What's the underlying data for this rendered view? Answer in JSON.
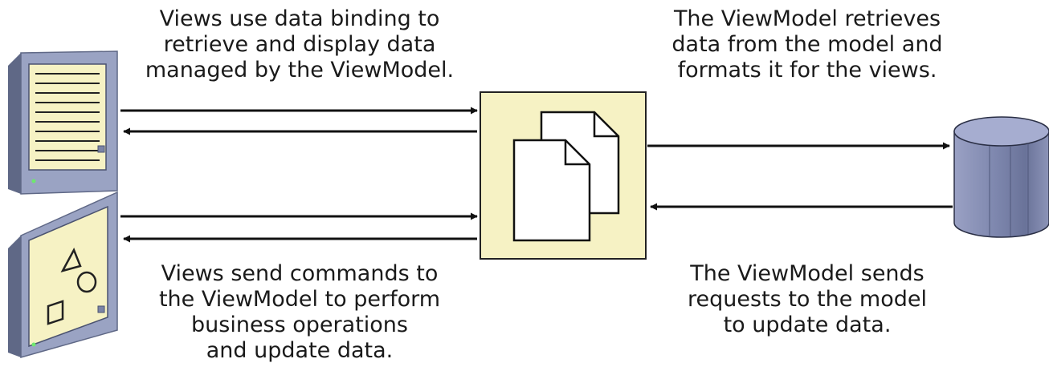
{
  "captions": {
    "views_binding": [
      "Views use data binding to",
      "retrieve and display data",
      "managed by the ViewModel."
    ],
    "viewmodel_retrieves": [
      "The ViewModel retrieves",
      "data from the model and",
      "formats it for the views."
    ],
    "views_commands": [
      "Views send commands to",
      "the ViewModel to perform",
      "business operations",
      "and update data."
    ],
    "viewmodel_requests": [
      "The ViewModel sends",
      "requests to the model",
      "to update data."
    ]
  },
  "colors": {
    "monitor_frame": "#8a93b4",
    "monitor_frame_dark": "#5f6886",
    "screen_fill": "#f6f2c4",
    "viewmodel_fill": "#f6f2c4",
    "database_fill": "#8b93b8",
    "arrow": "#111111"
  }
}
